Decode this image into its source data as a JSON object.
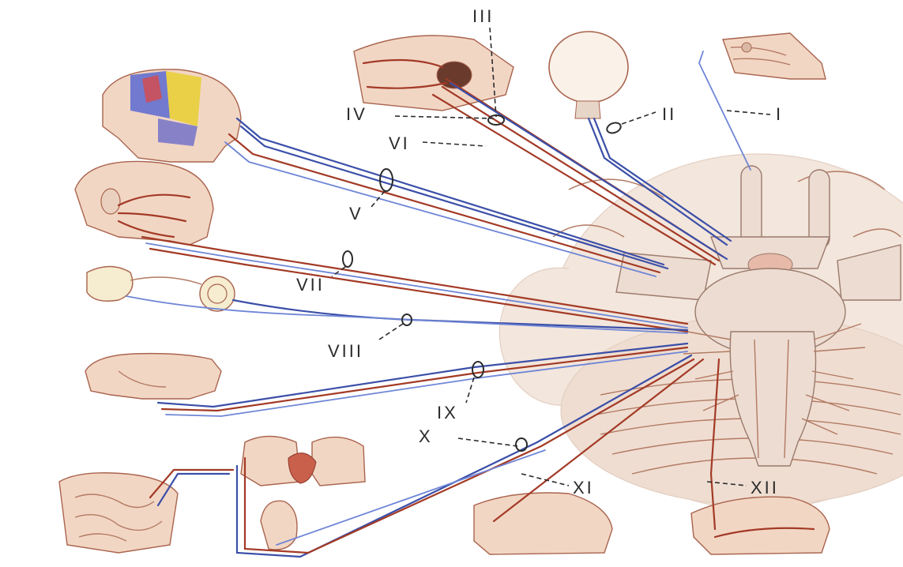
{
  "labels": {
    "I": "I",
    "II": "II",
    "III": "III",
    "IV": "IV",
    "V": "V",
    "VI": "VI",
    "VII": "VII",
    "VIII": "VIII",
    "IX": "IX",
    "X": "X",
    "XI": "XI",
    "XII": "XII"
  },
  "colors": {
    "sensory": "#3b4fa8",
    "motor": "#a33a26",
    "brain": "#f3e6dc"
  }
}
